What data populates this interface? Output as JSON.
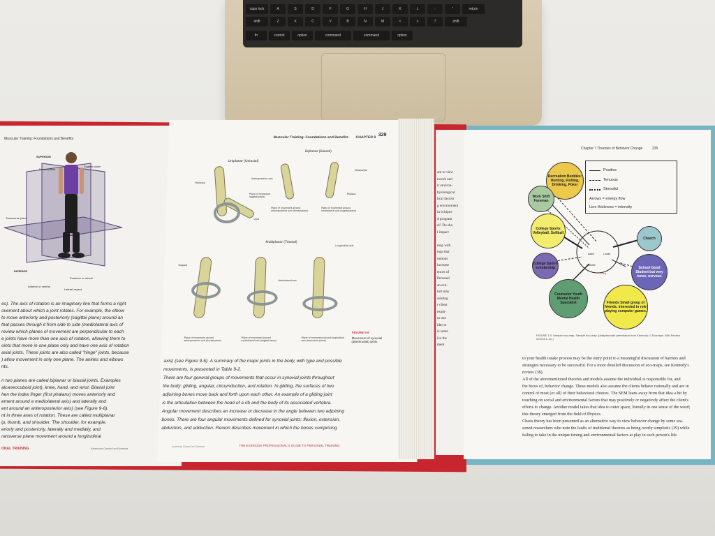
{
  "keyboard": {
    "row1": [
      "caps lock",
      "A",
      "S",
      "D",
      "F",
      "G",
      "H",
      "J",
      "K",
      "L",
      ":",
      "\"",
      "return"
    ],
    "row2": [
      "shift",
      "Z",
      "X",
      "C",
      "V",
      "B",
      "N",
      "M",
      "<",
      ">",
      "?",
      "shift"
    ],
    "row3": [
      "fn",
      "control",
      "option",
      "command",
      "command",
      "option"
    ]
  },
  "left_page": {
    "running_head": "Muscular Training: Foundations and Benefits",
    "figure_labels": {
      "superior": "SUPERIOR",
      "frontal_plane": "Frontal plane",
      "sagittal_plane": "Sagittal plane",
      "transverse_plane": "Transverse plane",
      "inferior": "INFERIOR",
      "posterior": "Posterior or dorsal",
      "anterior": "Anterior or ventral",
      "lateral": "Lateral aspect"
    },
    "body_lines": [
      "es). The axis of rotation is an imaginary line that forms a right",
      "ovement about which a joint rotates. For example, the elbow",
      "to move anteriorly and posteriorly (sagittal plane) around an",
      "that passes through it from side to side (mediolateral axis of",
      "review which planes of movement are perpendicular to each",
      "e joints have more than one axis of rotation, allowing them to",
      "oints that move in one plane only and have one axis of rotation",
      "axial joints. These joints are also called \"hinge\" joints, because",
      ") allow movement in only one plane. The ankles and elbows",
      "nts.",
      "",
      "n two planes are called biplanar or biaxial joints. Examples",
      "alcaneocuboid joint), knee, hand, and wrist. Biaxial joint",
      "hen the index finger (first phalanx) moves anteriorly and",
      "ement around a mediolateral axis) and laterally and",
      "ent around an anteroposterior axis) (see Figure 9-6).",
      "nt in three axes of rotation. These are called multiplanar",
      "ip, thumb, and shoulder. The shoulder, for example,",
      "eriorly and posteriorly, laterally and medially, and",
      "ransverse plane movement around a longitudinal"
    ],
    "footer_left": "ONAL TRAINING",
    "footer_right": "American Council on Exercise"
  },
  "middle_page": {
    "running_head": "Muscular Training: Foundations and Benefits",
    "chapter": "CHAPTER 9",
    "page_number": "329",
    "uniplanar_title": "Uniplanar (Uniaxial)",
    "biplanar_title": "Biplanar (Biaxial)",
    "multiplanar_title": "Multiplanar (Triaxial)",
    "labels": {
      "anteroposterior_axis": "Anteroposterior axis",
      "metacarpal": "Metacarpal",
      "humerus": "Humerus",
      "phalanx": "Phalanx",
      "ulna": "Ulna",
      "plane_sagittal": "Plane of movement (sagittal plane)",
      "mediolateral_axis": "Mediolateral axis",
      "longitudinal_axis": "Longitudinal axis",
      "scapula": "Scapula"
    },
    "captions": {
      "bi1": "Plane of movement around anteroposterior axis (frontal plane)",
      "bi2": "Plane of movement around mediolateral axis (sagittal plane)",
      "multi1": "Plane of movement around anteroposterior axis (frontal plane)",
      "multi2": "Plane of movement around mediolateral axis (sagittal plane)",
      "multi3": "Plane of movement around longitudinal axis (transverse plane)"
    },
    "figure_number": "FIGURE 9-6",
    "figure_caption": "Movement of synovial (diarthrodial) joints",
    "body_lines": [
      "axis) (see Figure 9-6). A summary of the major joints in the body, with type and possible",
      "movements, is presented in Table 9-2.",
      "There are four general groups of movements that occur in synovial joints throughout",
      "the body: gliding, angular, circumduction, and rotation. In gliding, the surfaces of two",
      "adjoining bones move back and forth upon each other. An example of a gliding joint",
      "is the articulation between the head of a rib and the body of its associated vertebra.",
      "Angular movement describes an increase or decrease in the angle between two adjoining",
      "bones. There are four angular movements defined for synovial joints: flexion, extension,",
      "abduction, and adduction. Flexion describes movement in which the bones comprising"
    ],
    "footer": "THE EXERCISE PROFESSIONAL'S GUIDE TO PERSONAL TRAINING",
    "footer_small": "American Council on Exercise"
  },
  "inner_page": {
    "lines": [
      "ant to view",
      "ework and",
      "ir environ-",
      "hysiological",
      "lical factors",
      "g environment",
      "in is bipro-",
      "d program",
      "el? Do sha",
      "l impact",
      "",
      "map with",
      "ings that",
      "mmons",
      "increase",
      "ences of",
      "Personal",
      "an eco-",
      "tort may",
      "ssisting",
      "r client",
      "exam-",
      "to one",
      "ider to",
      "is some",
      "ive the",
      "ment"
    ]
  },
  "right_page": {
    "running_head": "Chapter 7 Theories of Behavior Change",
    "page_number": "235",
    "legend": [
      "Positive",
      "Tenuous",
      "Stressful",
      "Arrows = energy flow",
      "Line thickness = intensity"
    ],
    "nodes": {
      "recreation": "Recreation Buddies: Hunting, Fishing, Drinking, Poker",
      "work": "Work Shift Foreman",
      "college_sports": "College Sports Volleyball, Softball",
      "church": "Church",
      "college_sports2": "College Sports scholarship",
      "school": "School Good Student but very tense, nervous",
      "counselor": "Counselor Youth Mental Health Specialist",
      "friends": "Friends Small group of friends, interested in role playing computer games."
    },
    "family": [
      "Adam",
      "Louise",
      "Michelle",
      "Greg"
    ],
    "figure_caption": "FIGURE 7.9. Sample eco-map. Sample eco-map. (Adapted with permission from Kennedy V. Ecomaps. MAI Review. 2010;3:1–12.)",
    "body_lines": [
      "to your health intake process may be the entry point to a meaningful discussion of barriers and",
      "strategies necessary to be successful. For a more detailed discussion of eco-maps, see Kennedy's",
      "review (38).",
      "All of the aforementioned theories and models assume the individual is responsible for, and",
      "the focus of, behavior change. These models also assume the clients behave rationally and are in",
      "control of most (or all) of their behavioral choices. The SEM leans away from that idea a bit by",
      "touching on social and environmental factors that may positively or negatively affect the client's",
      "efforts to change. Another model takes that idea to outer space, literally in one sense of the word;",
      "this theory emerged from the field of Physics.",
      "Chaos theory has been presented as an alternative way to view behavior change by some sea-",
      "soned researchers who note the faults of traditional theories as being overly simplistic (39) while",
      "failing to take in the unique timing and environmental factors at play in each person's life."
    ]
  },
  "colors": {
    "red_cover": "#c8262e",
    "teal_cover": "#77b5c2",
    "plane_purple": "#6a5a8a",
    "bone": "#d8d49a"
  }
}
